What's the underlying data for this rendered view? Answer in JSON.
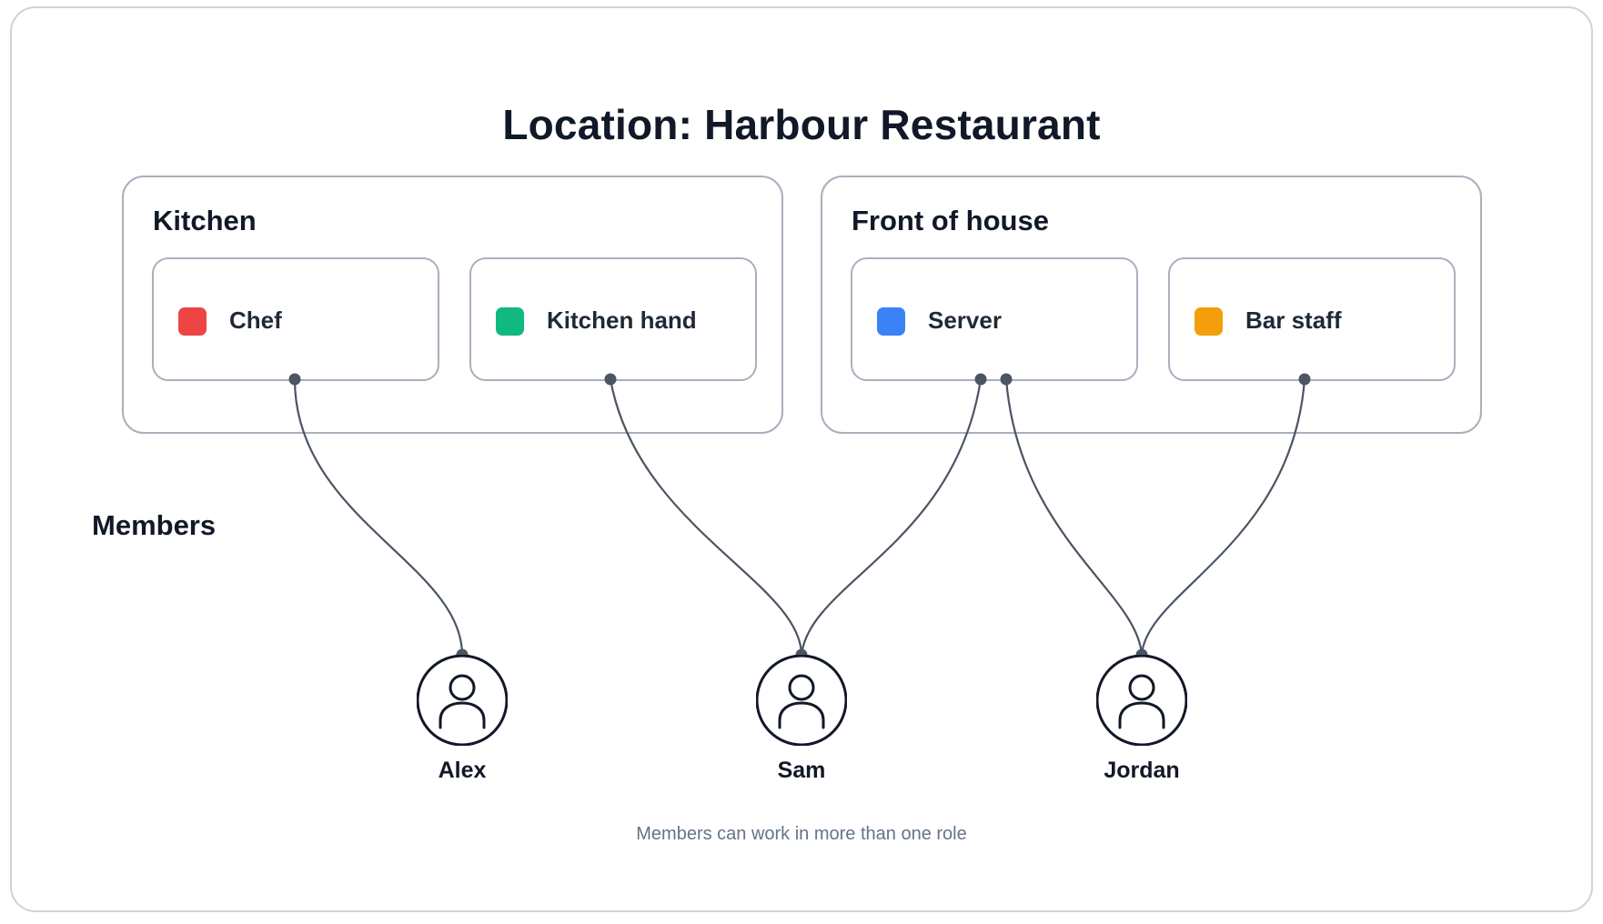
{
  "title": "Location: Harbour Restaurant",
  "groups": [
    {
      "name": "Kitchen",
      "roles": [
        {
          "label": "Chef",
          "color": "#ef4444"
        },
        {
          "label": "Kitchen hand",
          "color": "#10b981"
        }
      ]
    },
    {
      "name": "Front of house",
      "roles": [
        {
          "label": "Server",
          "color": "#3b82f6"
        },
        {
          "label": "Bar staff",
          "color": "#f59e0b"
        }
      ]
    }
  ],
  "members_label": "Members",
  "members": [
    {
      "name": "Alex",
      "icon": "person-icon",
      "roles": [
        "Chef"
      ]
    },
    {
      "name": "Sam",
      "icon": "person-icon",
      "roles": [
        "Kitchen hand",
        "Server"
      ]
    },
    {
      "name": "Jordan",
      "icon": "person-icon",
      "roles": [
        "Server",
        "Bar staff"
      ]
    }
  ],
  "note": "Members can work in more than one role",
  "colors": {
    "line": "#4b5563",
    "border": "#a8b0bd",
    "note": "#64748b"
  }
}
